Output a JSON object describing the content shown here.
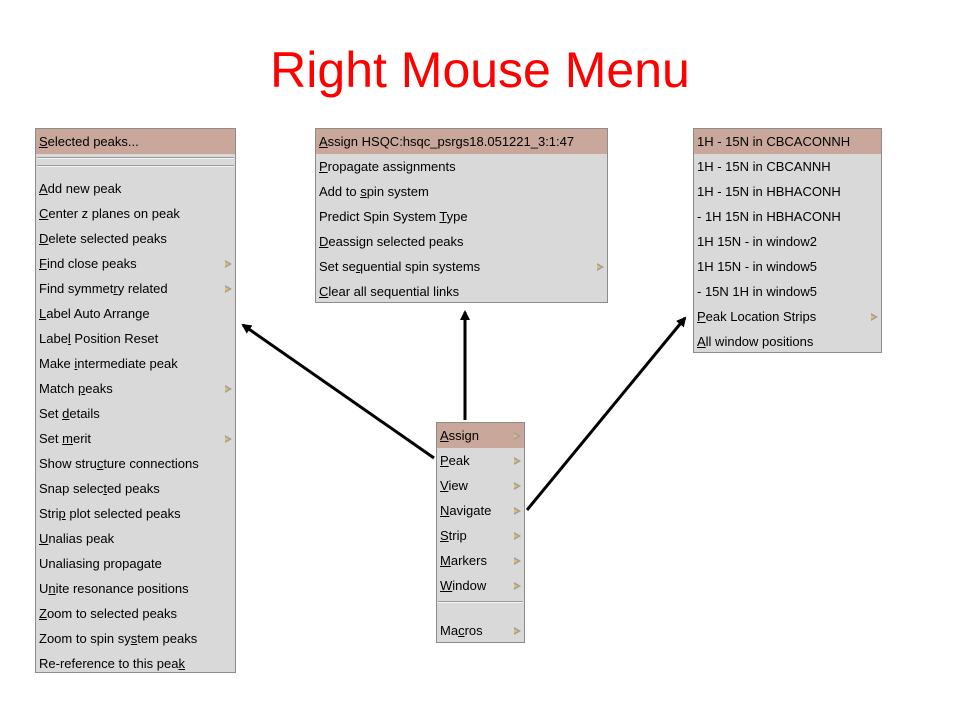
{
  "title": "Right Mouse Menu",
  "menus": {
    "peak": {
      "header": [
        "",
        "S",
        "elected peaks..."
      ],
      "items": [
        [
          "",
          "A",
          "dd new peak"
        ],
        [
          "",
          "C",
          "enter z planes on peak"
        ],
        [
          "",
          "D",
          "elete selected peaks"
        ],
        [
          "",
          "F",
          "ind close peaks"
        ],
        [
          "Find symmet",
          "r",
          "y related"
        ],
        [
          "",
          "L",
          "abel Auto Arrange"
        ],
        [
          "Labe",
          "l",
          " Position Reset"
        ],
        [
          "Make ",
          "i",
          "ntermediate peak"
        ],
        [
          "Match ",
          "p",
          "eaks"
        ],
        [
          "Set ",
          "d",
          "etails"
        ],
        [
          "Set ",
          "m",
          "erit"
        ],
        [
          "Show stru",
          "c",
          "ture connections"
        ],
        [
          "Snap selec",
          "t",
          "ed peaks"
        ],
        [
          "Stri",
          "p",
          " plot selected peaks"
        ],
        [
          "",
          "U",
          "nalias peak"
        ],
        [
          "Unaliasing propagate",
          "",
          ""
        ],
        [
          "U",
          "n",
          "ite resonance positions"
        ],
        [
          "",
          "Z",
          "oom to selected peaks"
        ],
        [
          "Zoom to spin sy",
          "s",
          "tem peaks"
        ],
        [
          "Re-reference to this pea",
          "k",
          ""
        ]
      ]
    },
    "assign": {
      "header": [
        "",
        "A",
        "ssign HSQC:hsqc_psrgs18.051221_3:1:47"
      ],
      "items": [
        [
          "",
          "P",
          "ropagate assignments"
        ],
        [
          "Add to ",
          "s",
          "pin system"
        ],
        [
          "Predict Spin System ",
          "T",
          "ype"
        ],
        [
          "",
          "D",
          "eassign selected peaks"
        ],
        [
          "Set se",
          "q",
          "uential spin systems"
        ],
        [
          "",
          "C",
          "lear all sequential links"
        ]
      ]
    },
    "strips": {
      "header": [
        "1H - 15N in CBCACONNH",
        "",
        ""
      ],
      "items": [
        [
          "1H - 15N in CBCANNH",
          "",
          ""
        ],
        [
          "1H - 15N in HBHACONH",
          "",
          ""
        ],
        [
          "- 1H 15N in HBHACONH",
          "",
          ""
        ],
        [
          "1H 15N - in window2",
          "",
          ""
        ],
        [
          "1H 15N - in window5",
          "",
          ""
        ],
        [
          "- 15N 1H in window5",
          "",
          ""
        ],
        [
          "",
          "P",
          "eak Location Strips"
        ],
        [
          "",
          "A",
          "ll window positions"
        ]
      ]
    },
    "main": {
      "items": [
        [
          "",
          "A",
          "ssign"
        ],
        [
          "",
          "P",
          "eak"
        ],
        [
          "",
          "V",
          "iew"
        ],
        [
          "",
          "N",
          "avigate"
        ],
        [
          "",
          "S",
          "trip"
        ],
        [
          "",
          "M",
          "arkers"
        ],
        [
          "",
          "W",
          "indow"
        ],
        [
          "Ma",
          "c",
          "ros"
        ]
      ]
    }
  },
  "colors": {
    "title": "#ff0000",
    "menu_bg": "#d9d9d9",
    "selected_bg": "#c9a79b",
    "arrow": "#000000"
  }
}
